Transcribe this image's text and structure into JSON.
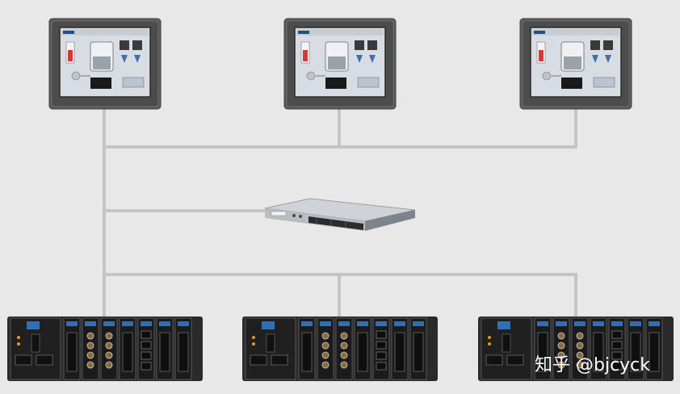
{
  "watermark": "知乎 @bjcyck",
  "nodes": {
    "hmi_panels": [
      "hmi-panel-left",
      "hmi-panel-center",
      "hmi-panel-right"
    ],
    "server": "rack-server",
    "controllers": [
      "compactrio-controller-left",
      "compactrio-controller-center",
      "compactrio-controller-right"
    ]
  },
  "colors": {
    "background": "#e8e8e8",
    "wire": "#c4c4c4",
    "panel_frame": "#5e5e5e",
    "screen": "#d7dde3",
    "module": "#1b1b1b",
    "module_accent": "#2f6fb5"
  }
}
